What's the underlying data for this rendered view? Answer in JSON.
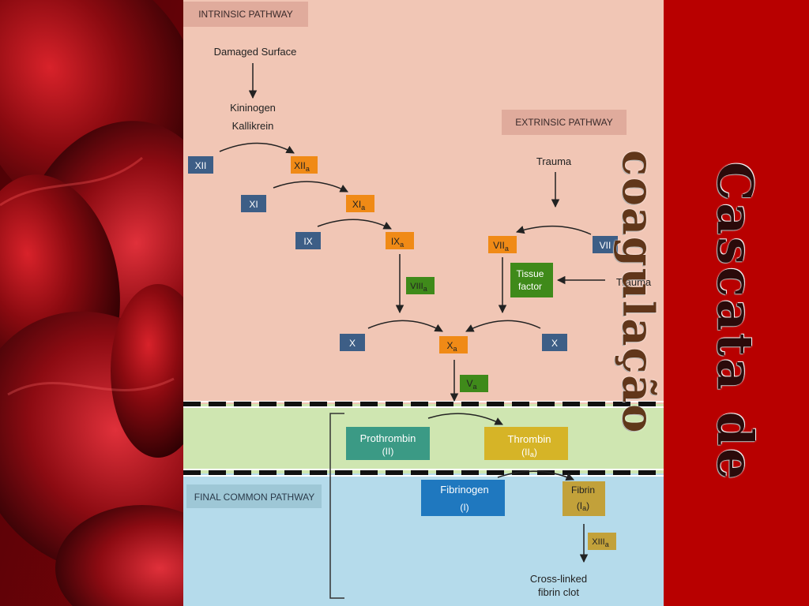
{
  "title": {
    "line1": "Cascata de",
    "line2": "coagulação"
  },
  "sections": {
    "intrinsic": "INTRINSIC PATHWAY",
    "extrinsic": "EXTRINSIC PATHWAY",
    "final": "FINAL COMMON  PATHWAY"
  },
  "labels": {
    "damaged_surface": "Damaged Surface",
    "kininogen": "Kininogen",
    "kallikrein": "Kallikrein",
    "trauma_top": "Trauma",
    "trauma_mid": "Trauma",
    "cross_linked_1": "Cross-linked",
    "cross_linked_2": "fibrin clot"
  },
  "factors": {
    "xii": "XII",
    "xiia": "XII",
    "xi": "XI",
    "xia": "XI",
    "ix": "IX",
    "ixa": "IX",
    "viiia": "VIII",
    "viia": "VII",
    "vii": "VII",
    "tissue_factor_1": "Tissue",
    "tissue_factor_2": "factor",
    "x_left": "X",
    "xa": "X",
    "x_right": "X",
    "va": "V",
    "prothrombin_1": "Prothrombin",
    "prothrombin_2": "(II)",
    "thrombin_1": "Thrombin",
    "thrombin_2": "(II",
    "fibrinogen_1": "Fibrinogen",
    "fibrinogen_2": "(I)",
    "fibrin_1": "Fibrin",
    "fibrin_2": "(I",
    "xiiia": "XIII",
    "sub_a": "a"
  },
  "colors": {
    "blue_box": "#3d5e86",
    "orange_box": "#f08a16",
    "green_box": "#3f8a1a",
    "teal_box": "#3b9a85",
    "yellow_box": "#d6b427",
    "fibrinogen_box": "#1f78bf",
    "fibrin_box": "#c2a13a",
    "xiiia_box": "#c2a13a",
    "pink_bg": "#f1c6b5",
    "green_bg": "#cfe6b1",
    "blue_bg": "#b5dbeb"
  }
}
